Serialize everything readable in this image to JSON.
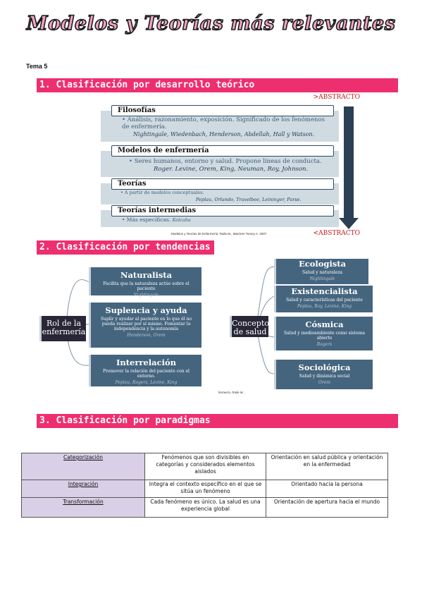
{
  "title": "Modelos y Teorías más relevantes",
  "tema": "Tema 5",
  "section1": {
    "heading": "1. Clasificación por desarrollo teórico",
    "top_label": ">ABSTRACTO",
    "bottom_label": "<ABSTRACTO",
    "rows": [
      {
        "title": "Filosofías",
        "desc": "• Análisis, razonamiento, exposición. Significado de los fenómenos de enfermería.",
        "authors": "Nightingale, Wiedenbach, Henderson, Abdellah, Hall y Watson."
      },
      {
        "title": "Modelos de enfermería",
        "desc": "• Seres humanos, entorno y salud. Propone líneas de conducta.",
        "authors": "Roger. Levine, Orem, King, Neuman, Roy, Johnson."
      },
      {
        "title": "Teorías",
        "desc": "• A partir de modelos conceptuales.",
        "authors": "Peplau, Orlando, Travelbee, Leininger, Parse."
      },
      {
        "title": "Teorías intermedias",
        "desc": "• Más específicas.",
        "authors": "Kolcaba"
      }
    ],
    "citation": "Modelos y Teorías de Enfermería. Raile M., Marriner Tomey A. 2007"
  },
  "section2": {
    "heading": "2. Clasificación por tendencias",
    "left_root": "Rol de la enfermería",
    "left_items": [
      {
        "title": "Naturalista",
        "desc": "Facilita que la naturaleza actúe sobre el paciente",
        "authors": "Nightingale"
      },
      {
        "title": "Suplencia y ayuda",
        "desc": "Suplir y ayudar al paciente en lo que él no pueda realizar por sí mismo. Fomentar la independencia y la autonomía",
        "authors": "Henderson, Orem"
      },
      {
        "title": "Interrelación",
        "desc": "Promover la relación del paciente con el entorno.",
        "authors": "Peplau, Rogers, Levine, King"
      }
    ],
    "right_root": "Concepto de salud",
    "right_items": [
      {
        "title": "Ecologista",
        "desc": "Salud y naturaleza",
        "authors": "Nightingale"
      },
      {
        "title": "Existencialista",
        "desc": "Salud y características del paciente",
        "authors": "Peplau, Roy, Levine, King"
      },
      {
        "title": "Cósmica",
        "desc": "Salud y medioambiente como sistema abierto",
        "authors": "Rogers"
      },
      {
        "title": "Sociológica",
        "desc": "Salud y dinámica social",
        "authors": "Orem"
      }
    ],
    "citation": "fermería. Raile M.,"
  },
  "section3": {
    "heading": "3. Clasificación por paradigmas",
    "rows": [
      {
        "name": "Categorización",
        "desc": "Fenómenos que son divisibles en categorías y considerados elementos aislados",
        "orientation": "Orientación en salud pública y orientación en la enfermedad"
      },
      {
        "name": "Integración",
        "desc": "Integra el contexto específico en el que se sitúa un fenómeno",
        "orientation": "Orientado hacia la persona"
      },
      {
        "name": "Transformación",
        "desc": "Cada fenómeno es único. La salud es una experiencia global",
        "orientation": "Orientación de apertura hacia el mundo"
      }
    ]
  },
  "colors": {
    "banner": "#ee2f6f",
    "box": "#45657f",
    "root": "#292737",
    "title_fill": "#f4a3c4",
    "table_key": "#d9cfe6",
    "abstract": "#c41b1b"
  }
}
